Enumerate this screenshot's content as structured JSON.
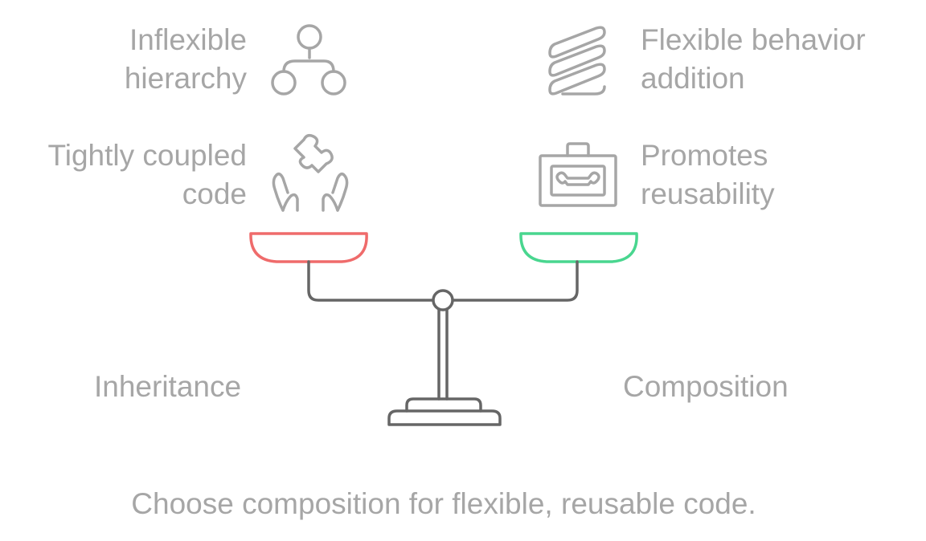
{
  "left_side": {
    "title": "Inheritance",
    "items": [
      {
        "line1": "Inflexible",
        "line2": "hierarchy",
        "icon": "hierarchy-icon"
      },
      {
        "line1": "Tightly coupled",
        "line2": "code",
        "icon": "hands-puzzle-icon"
      }
    ],
    "pan_color": "#ef6b6b"
  },
  "right_side": {
    "title": "Composition",
    "items": [
      {
        "line1": "Flexible behavior",
        "line2": "addition",
        "icon": "spring-icon"
      },
      {
        "line1": "Promotes",
        "line2": "reusability",
        "icon": "toolbox-icon"
      }
    ],
    "pan_color": "#49d68f"
  },
  "conclusion": "Choose composition for flexible, reusable code.",
  "colors": {
    "text": "#a6a6a6",
    "scale_stroke": "#666666",
    "icon_stroke": "#a6a6a6"
  }
}
